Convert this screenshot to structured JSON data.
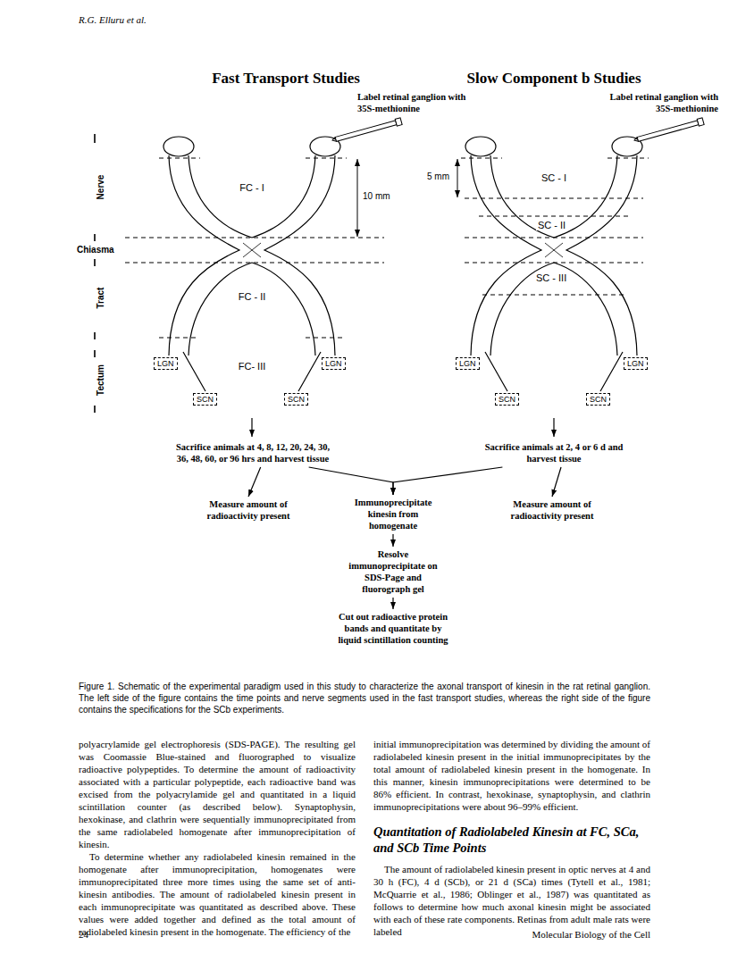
{
  "diagram": {
    "caption": "Figure 1. Schematic of the experimental paradigm used in this study to characterize the axonal transport of kinesin in the rat retinal ganglion. The left side of the figure contains the time points and nerve segments used in the fast transport studies, whereas the right side of the figure contains the specifications for the SCb experiments.",
    "nodes": [
      {
        "text": [
          "LGN"
        ]
      },
      {
        "text": [
          "SCN"
        ]
      },
      {
        "text": [
          "SCN"
        ]
      },
      {
        "text": [
          "LGN"
        ]
      },
      {
        "text": [
          "LGN"
        ]
      },
      {
        "text": [
          "SCN"
        ]
      },
      {
        "text": [
          "SCN"
        ]
      },
      {
        "text": [
          "LGN"
        ]
      },
      {
        "text": [
          "Sacrifice animals at 4, 8, 12, 20, 24, 30, 36, 48, 60, or 96 hrs and harvest tissue"
        ]
      },
      {
        "text": [
          "Sacrifice animals at 2, 4 or 6 d and harvest tissue"
        ]
      },
      {
        "text": [
          "Measure amount of radioactivity present"
        ]
      },
      {
        "text": [
          "Immunoprecipitate kinesin from homogenate"
        ]
      },
      {
        "text": [
          "Measure amount of radioactivity present"
        ]
      },
      {
        "text": [
          "Resolve immunoprecipitate on SDS-Page and fluorograph gel"
        ]
      },
      {
        "text": [
          "Cut out radioactive protein bands and quantitate by liquid scintillation counting"
        ]
      }
    ],
    "edges": [
      {
        "from": 8,
        "to": 10,
        "arrow": "to"
      },
      {
        "from": 8,
        "to": 11,
        "arrow": "to"
      },
      {
        "from": 9,
        "to": 11,
        "arrow": "to"
      },
      {
        "from": 9,
        "to": 12,
        "arrow": "to"
      },
      {
        "from": 11,
        "to": 13,
        "arrow": "to"
      },
      {
        "from": 13,
        "to": 14,
        "arrow": "to"
      }
    ],
    "labels": [
      "R.G. Elluru et al.",
      "Fast Transport Studies",
      "Slow Component b Studies",
      "Label retinal ganglion with 35S-methionine",
      "Label retinal ganglion with 35S-methionine",
      "Nerve",
      "Chiasma",
      "Tract",
      "Tectum",
      "FC - I",
      "FC - II",
      "FC- III",
      "10 mm",
      "5 mm",
      "SC - I",
      "SC - II",
      "SC - III",
      "polyacrylamide gel electrophoresis (SDS-PAGE). The resulting gel was Coomassie Blue-stained and fluorographed to visualize radioactive polypeptides. To determine the amount of radioactivity associated with a particular polypeptide, each radioactive band was excised from the polyacrylamide gel and quantitated in a liquid scintillation counter (as described below). Synaptophysin, hexokinase, and clathrin were sequentially immunoprecipitated from the same radiolabeled homogenate after immunoprecipitation of kinesin.",
      "To determine whether any radiolabeled kinesin remained in the homogenate after immunoprecipitation, homogenates were immunoprecipitated three more times using the same set of anti-kinesin antibodies. The amount of radiolabeled kinesin present in each immunoprecipitate was quantitated as described above. These values were added together and defined as the total amount of radiolabeled kinesin present in the homogenate. The efficiency of the",
      "initial immunoprecipitation was determined by dividing the amount of radiolabeled kinesin present in the initial immunoprecipitates by the total amount of radiolabeled kinesin present in the homogenate. In this manner, kinesin immunoprecipitations were determined to be 86% efficient. In contrast, hexokinase, synaptophysin, and clathrin immunoprecipitations were about 96–99% efficient.",
      "Quantitation of Radiolabeled Kinesin at FC, SCa, and SCb Time Points",
      "The amount of radiolabeled kinesin present in optic nerves at 4 and 30 h (FC), 4 d (SCb), or 21 d (SCa) times (Tytell et al., 1981; McQuarrie et al., 1986; Oblinger et al., 1987) was quantitated as follows to determine how much axonal kinesin might be associated with each of these rate components. Retinas from adult male rats were labeled",
      "24",
      "Molecular Biology of the Cell"
    ]
  }
}
